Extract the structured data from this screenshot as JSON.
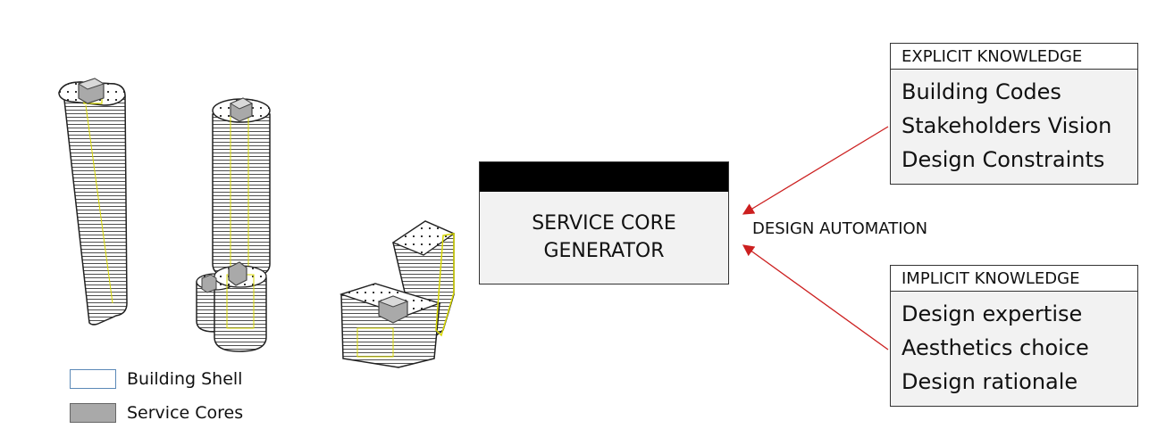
{
  "legend": {
    "building_shell": "Building Shell",
    "service_cores": "Service Cores"
  },
  "generator": {
    "line1": "SERVICE CORE",
    "line2": "GENERATOR"
  },
  "automation_label": "DESIGN AUTOMATION",
  "explicit": {
    "title": "EXPLICIT KNOWLEDGE",
    "items": [
      "Building Codes",
      "Stakeholders Vision",
      "Design Constraints"
    ]
  },
  "implicit": {
    "title": "IMPLICIT KNOWLEDGE",
    "items": [
      "Design expertise",
      "Aesthetics choice",
      "Design rationale"
    ]
  },
  "colors": {
    "arrow": "#cc1f1f",
    "core_outline": "#d8d800",
    "core_fill": "#a9a9a9",
    "box_fill": "#f2f2f2"
  }
}
